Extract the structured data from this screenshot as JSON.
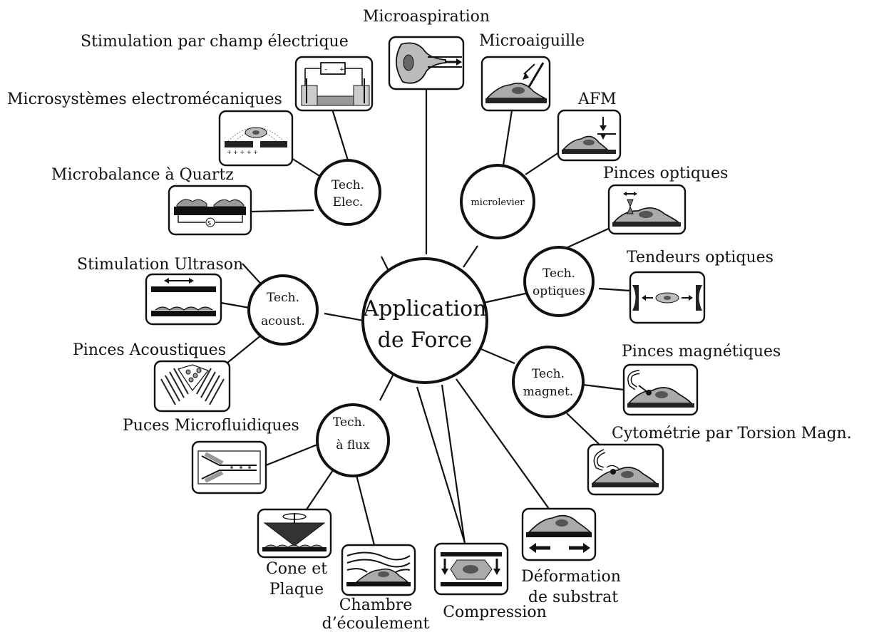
{
  "diagram": {
    "center": {
      "line1": "Application",
      "line2": "de Force"
    },
    "categories": {
      "elec": {
        "line1": "Tech.",
        "line2": "Elec."
      },
      "lever": {
        "line1": "microlevier"
      },
      "optic": {
        "line1": "Tech.",
        "line2": "optiques"
      },
      "magnet": {
        "line1": "Tech.",
        "line2": "magnet."
      },
      "flux": {
        "line1": "Tech.",
        "line2": "à flux"
      },
      "acoust": {
        "line1": "Tech.",
        "line2": "acoust."
      }
    },
    "methods": {
      "microaspiration": "Microaspiration",
      "stim_elec": "Stimulation par champ électrique",
      "microaiguille": "Microaiguille",
      "afm": "AFM",
      "mems": "Microsystèmes electromécaniques",
      "qcm": "Microbalance à Quartz",
      "pinces_opt": "Pinces optiques",
      "tendeurs_opt": "Tendeurs optiques",
      "ultrason": "Stimulation Ultrason",
      "pinces_acou": "Pinces Acoustiques",
      "pinces_mag": "Pinces magnétiques",
      "puces_micro": "Puces Microfluidiques",
      "cytometrie": "Cytométrie par Torsion Magn.",
      "cone_1": "Cone et",
      "cone_2": "Plaque",
      "chambre_1": "Chambre",
      "chambre_2": "d’écoulement",
      "compression": "Compression",
      "deform_1": "Déformation",
      "deform_2": "de substrat"
    }
  }
}
